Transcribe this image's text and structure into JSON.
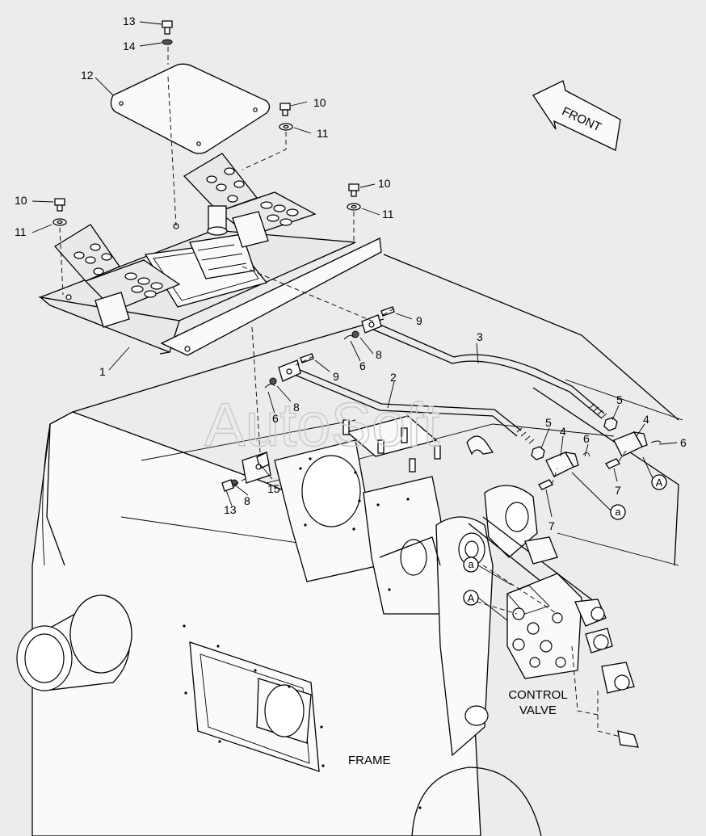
{
  "diagram": {
    "labels": {
      "front": "FRONT",
      "control_valve_line1": "CONTROL",
      "control_valve_line2": "VALVE",
      "frame": "FRAME",
      "watermark": "AutoSoft"
    },
    "callouts": {
      "c13_top": "13",
      "c14": "14",
      "c12": "12",
      "c10_a": "10",
      "c11_a": "11",
      "c10_b": "10",
      "c11_b": "11",
      "c10_c": "10",
      "c11_c": "11",
      "c1": "1",
      "c9_a": "9",
      "c8_a": "8",
      "c6_a": "6",
      "c3": "3",
      "c9_b": "9",
      "c2": "2",
      "c8_b": "8",
      "c6_b": "6",
      "c5_a": "5",
      "c4_a": "4",
      "c5_b": "5",
      "c4_b": "4",
      "c6_c": "6",
      "c6_d": "6",
      "c7_a": "7",
      "c7_b": "7",
      "c15": "15",
      "c8_c": "8",
      "c13_bottom": "13"
    },
    "refs": {
      "A_upper": "A",
      "a_upper": "a",
      "a_lower": "a",
      "A_lower": "A"
    }
  }
}
